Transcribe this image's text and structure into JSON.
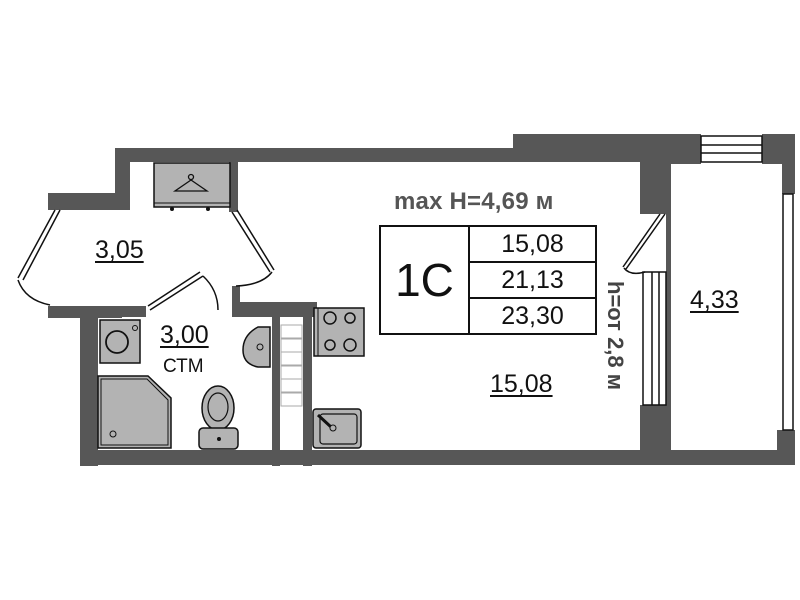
{
  "plan": {
    "apartment_type": "1С",
    "max_height": "max H=4,69 м",
    "ceiling_height": "h=от 2,8 м",
    "summary_areas": [
      "15,08",
      "21,13",
      "23,30"
    ],
    "rooms": [
      {
        "name": "hallway",
        "area": "3,05"
      },
      {
        "name": "bathroom",
        "area": "3,00",
        "sublabel": "СТМ"
      },
      {
        "name": "living-room",
        "area": "15,08"
      },
      {
        "name": "balcony",
        "area": "4,33"
      }
    ]
  },
  "colors": {
    "wall": "#575757",
    "fixture": "#b3b3b3",
    "line": "#111111",
    "background": "#ffffff"
  }
}
